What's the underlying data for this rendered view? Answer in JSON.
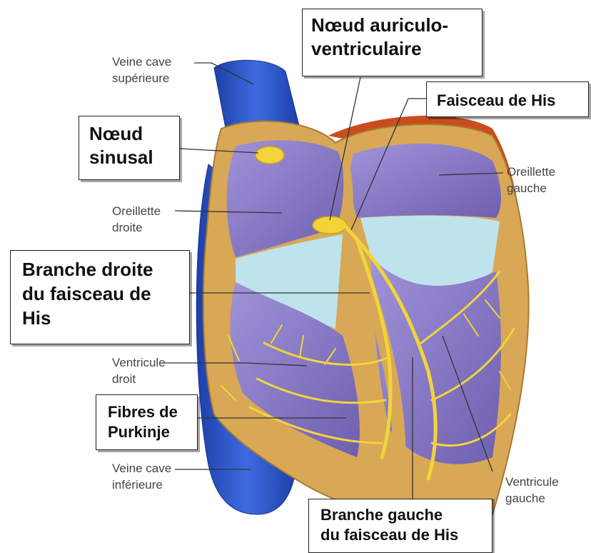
{
  "labels": {
    "veine_cave_superieure": "Veine cave\nsupérieure",
    "noeud_av": "Nœud auriculo-\nventriculaire",
    "faisceau_his": "Faisceau de His",
    "noeud_sinusal": "Nœud\nsinusal",
    "oreillette_gauche": "Oreillette\ngauche",
    "oreillette_droite": "Oreillette\ndroite",
    "branche_droite": "Branche droite\ndu faisceau de\nHis",
    "ventricule_droit": "Ventricule\ndroit",
    "fibres_purkinje": "Fibres de\nPurkinje",
    "veine_cave_inferieure": "Veine cave\ninférieure",
    "ventricule_gauche": "Ventricule\ngauche",
    "branche_gauche": "Branche gauche\ndu faisceau de His"
  },
  "colors": {
    "vena_cava": "#2f55c8",
    "myocardium": "#d8a857",
    "chamber": "#8a7bc6",
    "valve": "#bfe3ec",
    "conduction": "#f2d43a",
    "epicardium_left": "#c94c1e"
  }
}
